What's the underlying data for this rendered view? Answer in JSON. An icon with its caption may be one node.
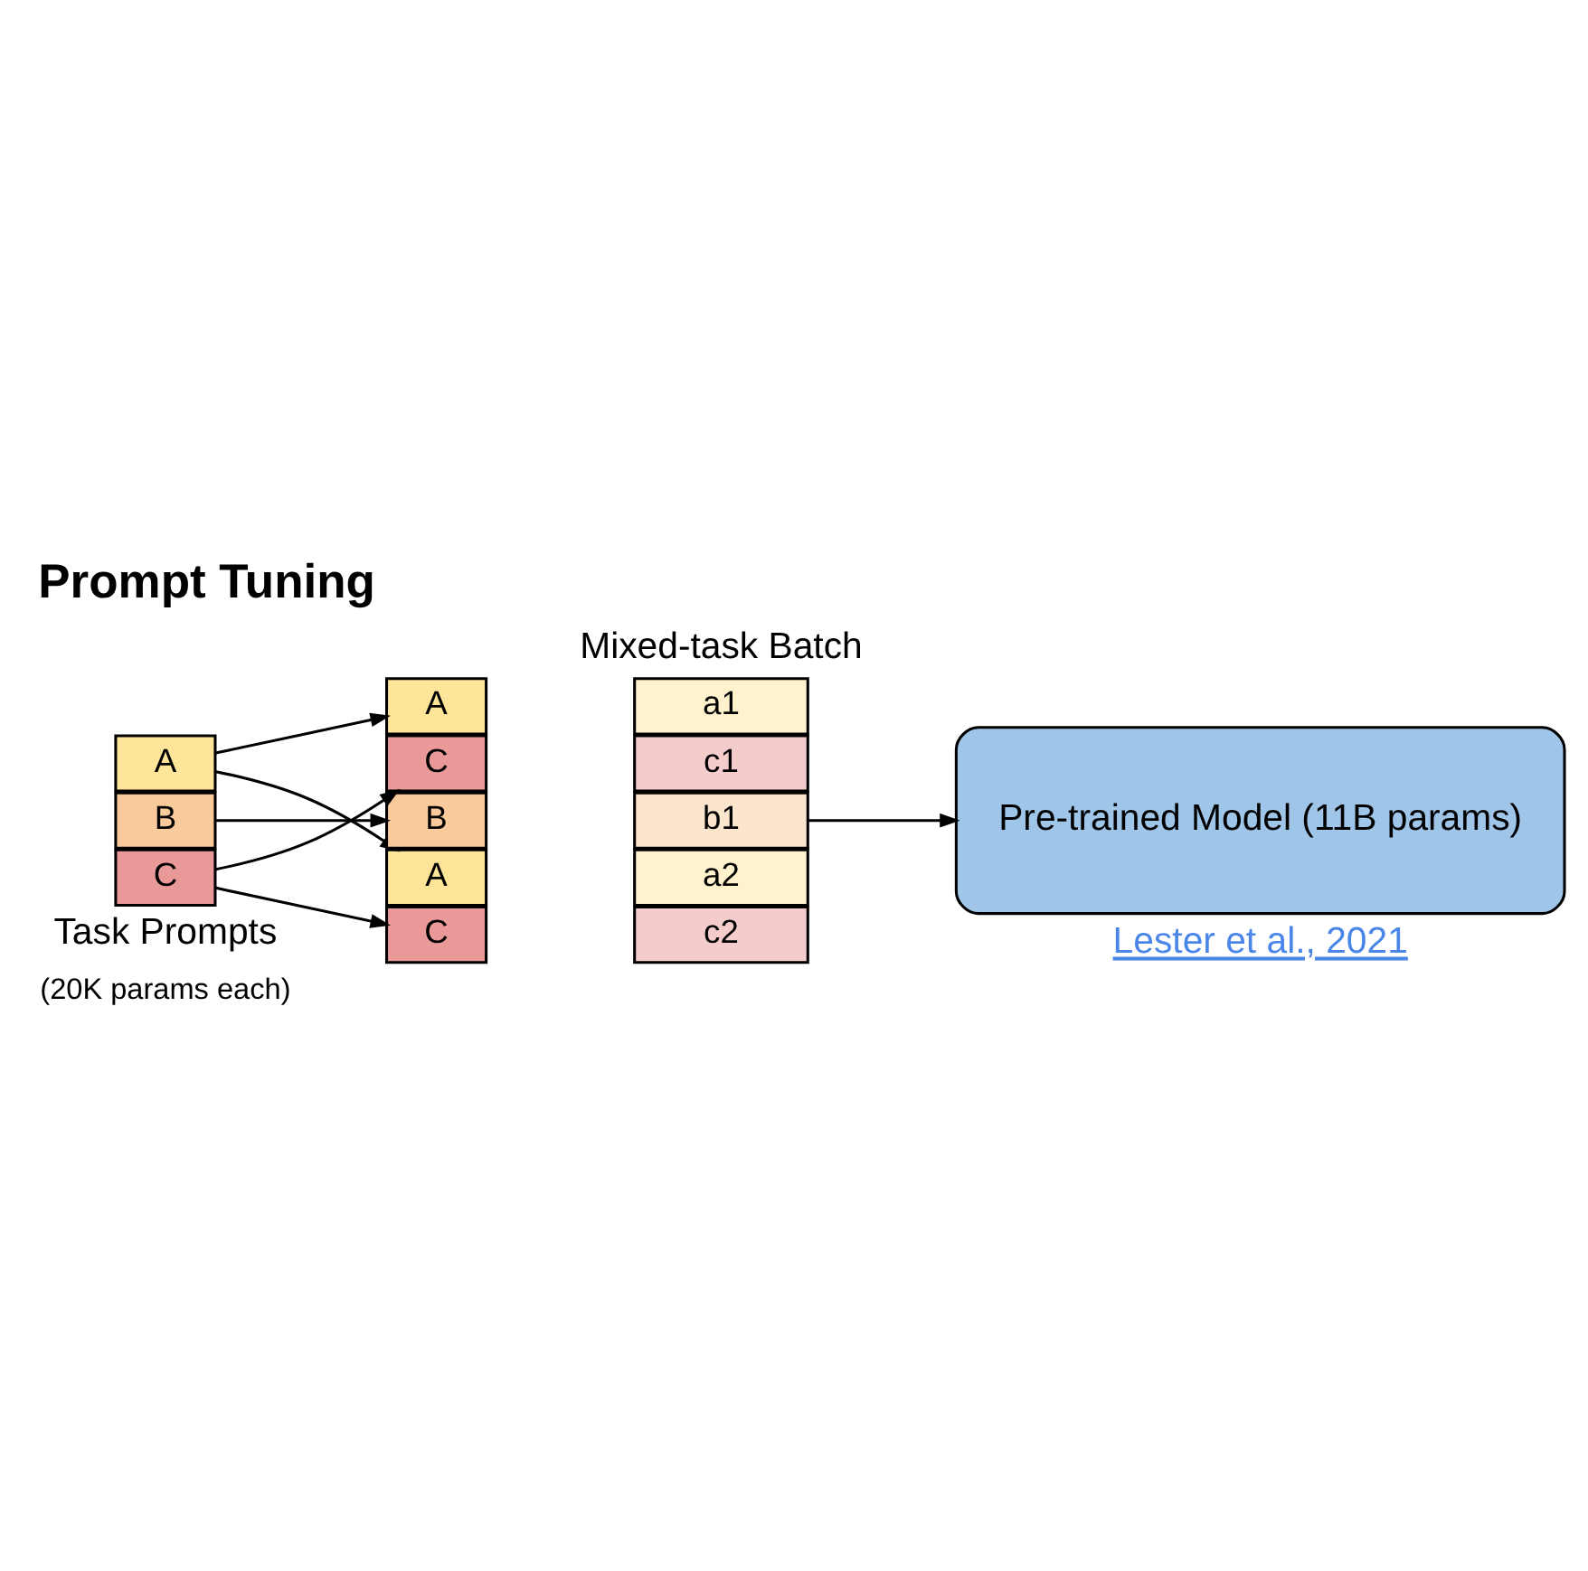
{
  "diagram": {
    "title": "Prompt Tuning",
    "caption": "Lester et al., 2021",
    "nodes": [
      {
        "text": [
          "A"
        ]
      },
      {
        "text": [
          "B"
        ]
      },
      {
        "text": [
          "C"
        ]
      },
      {
        "text": [
          "A"
        ]
      },
      {
        "text": [
          "a1"
        ]
      },
      {
        "text": [
          "C"
        ]
      },
      {
        "text": [
          "c1"
        ]
      },
      {
        "text": [
          "B"
        ]
      },
      {
        "text": [
          "b1"
        ]
      },
      {
        "text": [
          "A"
        ]
      },
      {
        "text": [
          "a2"
        ]
      },
      {
        "text": [
          "C"
        ]
      },
      {
        "text": [
          "c2"
        ]
      },
      {
        "text": [
          "Pre-trained Model (11B params)"
        ]
      }
    ],
    "edges": [
      {
        "from": 0,
        "to": 3,
        "arrow": "to"
      },
      {
        "from": 0,
        "to": 9,
        "arrow": "to"
      },
      {
        "from": 1,
        "to": 7,
        "arrow": "to"
      },
      {
        "from": 2,
        "to": 5,
        "arrow": "to"
      },
      {
        "from": 2,
        "to": 11,
        "arrow": "to"
      },
      {
        "from": 8,
        "to": 13,
        "arrow": "to"
      }
    ],
    "labels": [
      "Mixed-task Batch",
      "Task Prompts",
      "(20K params each)"
    ]
  }
}
